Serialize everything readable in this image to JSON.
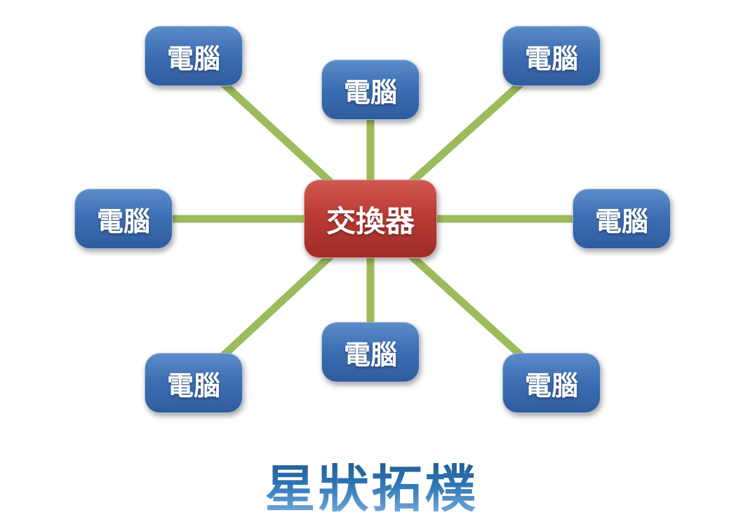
{
  "diagram": {
    "type": "star-topology-network",
    "title": "星狀拓樸",
    "center_node": {
      "label": "交換器",
      "role": "switch"
    },
    "computers": [
      {
        "id": "top-left",
        "label": "電腦"
      },
      {
        "id": "top-center",
        "label": "電腦"
      },
      {
        "id": "top-right",
        "label": "電腦"
      },
      {
        "id": "left",
        "label": "電腦"
      },
      {
        "id": "right",
        "label": "電腦"
      },
      {
        "id": "bottom-left",
        "label": "電腦"
      },
      {
        "id": "bottom-center",
        "label": "電腦"
      },
      {
        "id": "bottom-right",
        "label": "電腦"
      }
    ],
    "connection_count": 8,
    "colors": {
      "computer_fill": "#3E6FB4",
      "switch_fill": "#BB3A34",
      "connector": "#9CBB5C",
      "title_color": "#2E75B6",
      "node_text": "#FFFFFF"
    }
  }
}
